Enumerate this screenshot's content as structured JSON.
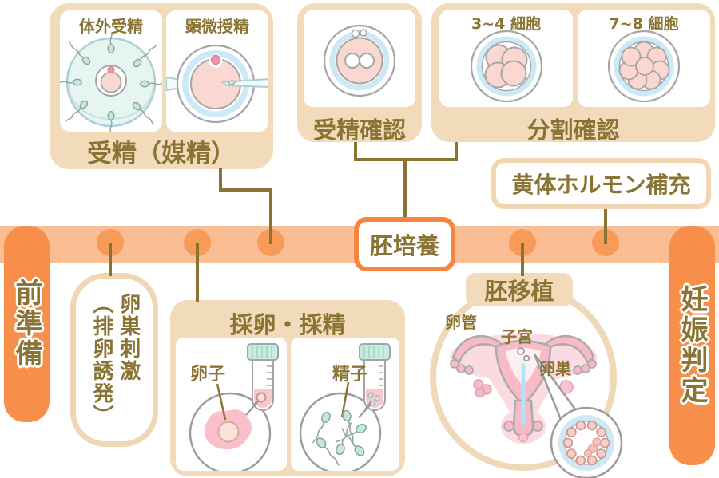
{
  "palette": {
    "timeline_bar": "#FBBE94",
    "timeline_dot": "#F89B59",
    "end_cap_orange": "#F78E49",
    "accent_orange_border": "#F6863F",
    "box_tan": "#F2DBBA",
    "text_olive": "#8A7434",
    "connector_olive": "#8A7434",
    "cell_pink": "#FAD8D1",
    "zona_blue": "#CDE9F6",
    "uterus_pink": "#F8BAC7",
    "tube_cap_mint": "#C9EBE2",
    "sperm_teal": "#C3E8DC"
  },
  "stages": {
    "prep": {
      "label": "前準備"
    },
    "pregnancy_test": {
      "label": "妊娠判定"
    },
    "embryo_culture": {
      "label": "胚培養"
    },
    "fertilization": {
      "title": "受精（媒精）",
      "panels": [
        {
          "label": "体外受精"
        },
        {
          "label": "顕微授精"
        }
      ]
    },
    "fertilization_check": {
      "title": "受精確認"
    },
    "cleavage_check": {
      "title": "分割確認",
      "panels": [
        {
          "label": "3~4 細胞"
        },
        {
          "label": "7~8 細胞"
        }
      ]
    },
    "hormone_support": {
      "title": "黄体ホルモン補充"
    },
    "ovarian_stimulation": {
      "title": "卵巣刺激",
      "subtitle": "（排卵誘発）"
    },
    "egg_sperm_collection": {
      "title": "採卵・採精",
      "panels": [
        {
          "label": "卵子"
        },
        {
          "label": "精子"
        }
      ]
    },
    "embryo_transfer": {
      "title": "胚移植",
      "anatomy": {
        "fallopian_tube": "卵管",
        "uterus": "子宮",
        "ovary": "卵巣"
      }
    }
  }
}
